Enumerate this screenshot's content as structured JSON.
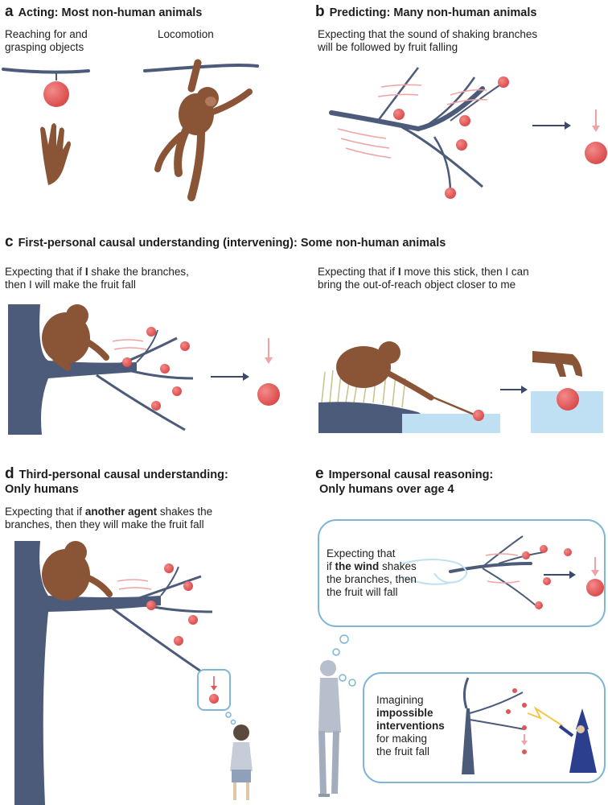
{
  "panels": {
    "a": {
      "letter": "a",
      "title_bold": "Acting:",
      "title_rest": "Most non-human animals",
      "caption_left_1": "Reaching for and",
      "caption_left_2": "grasping objects",
      "caption_right": "Locomotion"
    },
    "b": {
      "letter": "b",
      "title_bold": "Predicting:",
      "title_rest": "Many non-human animals",
      "caption_1": "Expecting that the sound of shaking branches",
      "caption_2": "will be followed by fruit falling"
    },
    "c": {
      "letter": "c",
      "title_bold": "First-personal causal understanding (intervening):",
      "title_rest": "Some non-human animals",
      "left_1_pre": "Expecting that if ",
      "left_1_em": "I",
      "left_1_post": " shake the branches,",
      "left_2": "then I will make the fruit fall",
      "right_1_pre": "Expecting that if ",
      "right_1_em": "I",
      "right_1_post": " move this stick, then I can",
      "right_2": "bring the out-of-reach object closer to me"
    },
    "d": {
      "letter": "d",
      "title_line1": "Third-personal causal understanding:",
      "title_line2": "Only humans",
      "cap_1_pre": "Expecting that if ",
      "cap_1_em": "another agent",
      "cap_1_post": " shakes the",
      "cap_2": "branches, then they will make the fruit fall"
    },
    "e": {
      "letter": "e",
      "title_line1": "Impersonal causal reasoning:",
      "title_line2": "Only humans over age 4",
      "bubble1_1": "Expecting that",
      "bubble1_2_pre": "if ",
      "bubble1_2_em": "the wind",
      "bubble1_2_post": " shakes",
      "bubble1_3": "the branches, then",
      "bubble1_4": "the fruit will fall",
      "bubble2_1": "Imagining",
      "bubble2_2": "impossible",
      "bubble2_3": "interventions",
      "bubble2_4": "for making",
      "bubble2_5": "the fruit fall"
    }
  },
  "colors": {
    "branch": "#4d5b7a",
    "apple": "#e05656",
    "ape": "#8a5436",
    "arrow": "#3c4a6a",
    "shake": "#f1a3a3",
    "water": "#bfe0f2",
    "bubble": "#7fb6d6"
  }
}
